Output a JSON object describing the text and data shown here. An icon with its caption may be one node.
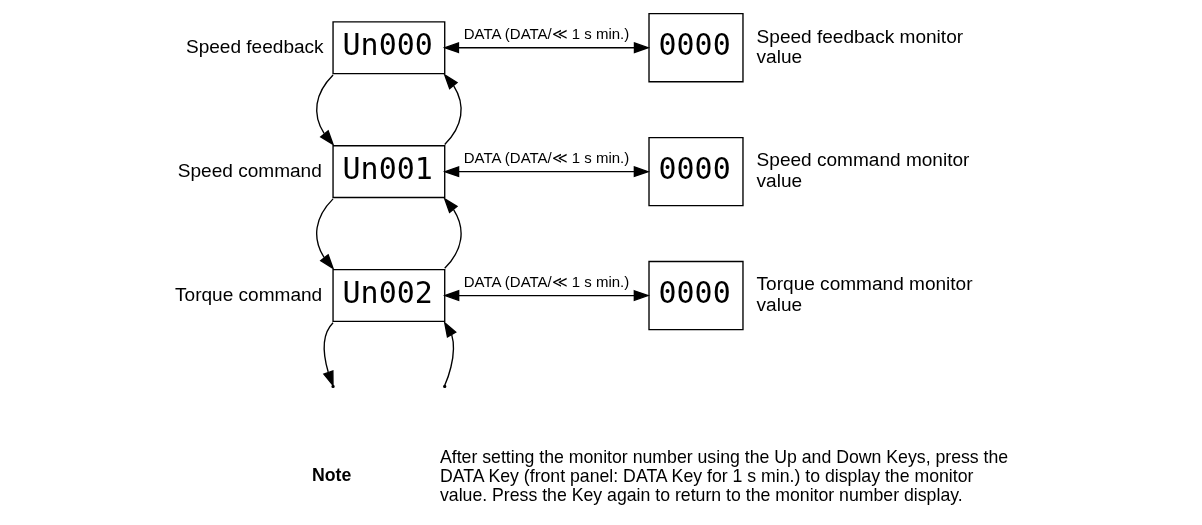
{
  "diagram": {
    "nodes": [
      {
        "text": [
          "Un000"
        ],
        "beside": [
          "Speed feedback"
        ]
      },
      {
        "text": [
          "0000"
        ],
        "beside": [
          "Speed feedback monitor value"
        ]
      },
      {
        "text": [
          "Un001"
        ],
        "beside": [
          "Speed command"
        ]
      },
      {
        "text": [
          "0000"
        ],
        "beside": [
          "Speed command monitor value"
        ]
      },
      {
        "text": [
          "Un002"
        ],
        "beside": [
          "Torque command"
        ]
      },
      {
        "text": [
          "0000"
        ],
        "beside": [
          "Torque command monitor value"
        ]
      }
    ],
    "edges": [
      {
        "from": 0,
        "to": 1,
        "arrow": "both",
        "label": "DATA (DATA/≪ 1 s min.)"
      },
      {
        "from": 0,
        "to": 2,
        "arrow": "to"
      },
      {
        "from": 2,
        "to": 0,
        "arrow": "to"
      },
      {
        "from": 2,
        "to": 3,
        "arrow": "both",
        "label": "DATA (DATA/≪ 1 s min.)"
      },
      {
        "from": 2,
        "to": 4,
        "arrow": "to"
      },
      {
        "from": 4,
        "to": 2,
        "arrow": "to"
      },
      {
        "from": 4,
        "to": 5,
        "arrow": "both",
        "label": "DATA (DATA/≪ 1 s min.)"
      },
      {
        "from": null,
        "to": 4,
        "arrow": "to"
      },
      {
        "from": 4,
        "to": null,
        "arrow": "to"
      }
    ],
    "labels": [
      "Note",
      "After setting the monitor number using the Up and Down Keys, press the DATA Key (front panel: DATA Key for 1 s min.) to display the monitor value. Press the Key again to return to the monitor number display."
    ]
  }
}
